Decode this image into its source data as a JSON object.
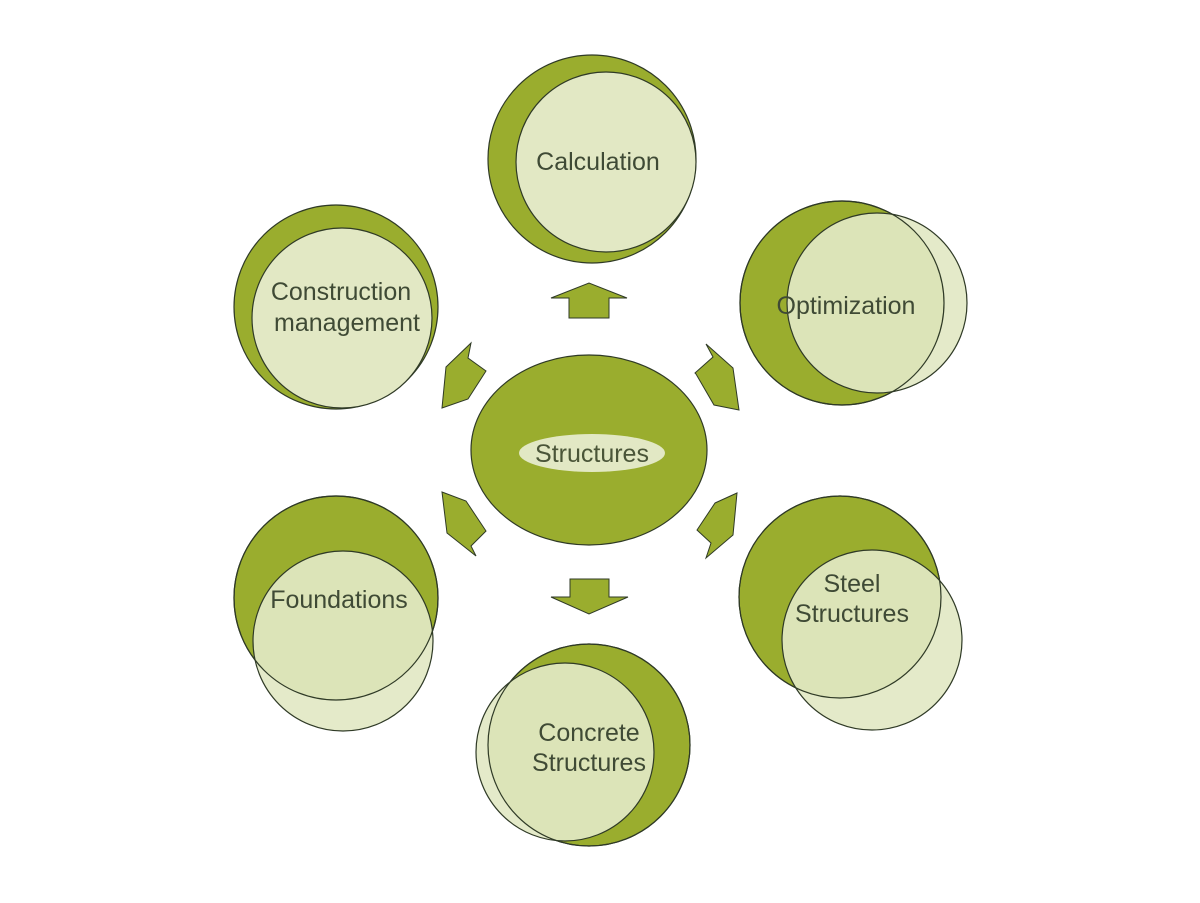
{
  "diagram": {
    "center": {
      "label": "Structures"
    },
    "nodes": [
      {
        "id": "calculation",
        "lines": [
          "Calculation"
        ]
      },
      {
        "id": "optimization",
        "lines": [
          "Optimization"
        ]
      },
      {
        "id": "steel-structures",
        "lines": [
          "Steel",
          "Structures"
        ]
      },
      {
        "id": "concrete-structures",
        "lines": [
          "Concrete",
          "Structures"
        ]
      },
      {
        "id": "foundations",
        "lines": [
          "Foundations"
        ]
      },
      {
        "id": "construction-management",
        "lines": [
          "Construction",
          "management"
        ]
      }
    ]
  },
  "colors": {
    "accent_green": "#9aad2e",
    "light_green": "#e2e8c4",
    "outline": "#2f3a26",
    "text": "#3f4a35",
    "background": "#ffffff"
  }
}
